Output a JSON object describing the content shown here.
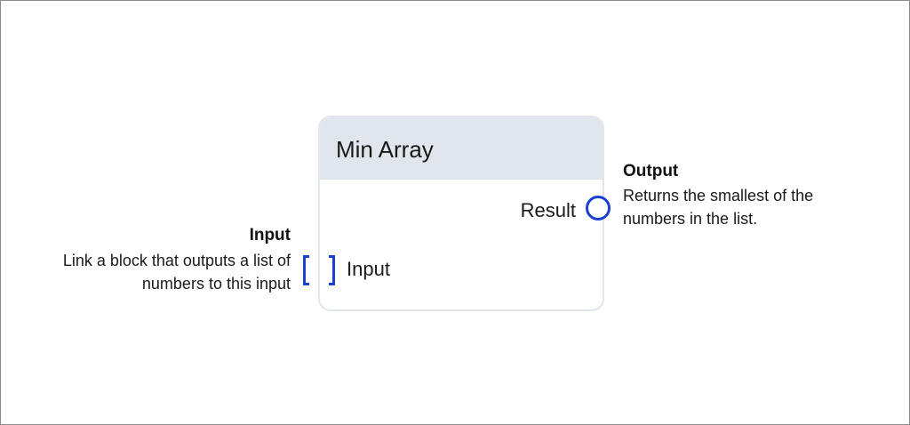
{
  "block": {
    "title": "Min Array",
    "ports": {
      "output_label": "Result",
      "input_label": "Input"
    }
  },
  "annotations": {
    "output": {
      "title": "Output",
      "lines": [
        "Returns the smallest of the",
        "numbers in the list."
      ]
    },
    "input": {
      "title": "Input",
      "lines": [
        "Link a block that outputs a list of",
        "numbers to this input"
      ]
    }
  },
  "colors": {
    "port": "#1a3fd1",
    "header": "#e1e6ec",
    "border": "#e1e6ec"
  },
  "icons": {
    "output_port": "circle-port-icon",
    "input_port": "list-bracket-port-icon"
  }
}
